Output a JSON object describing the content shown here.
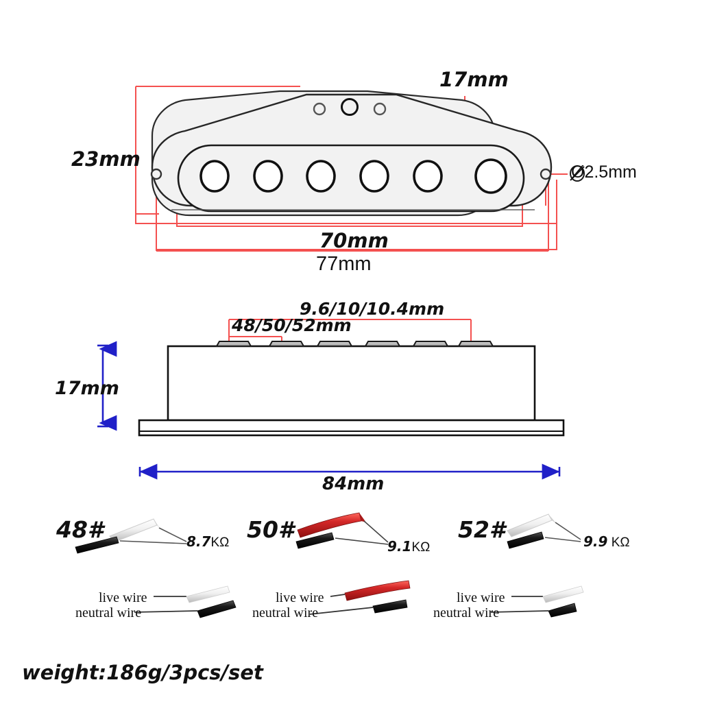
{
  "diagram": {
    "title": "Guitar single-coil pickup dimension diagram",
    "colors": {
      "dimension_red": "#f4504f",
      "dimension_blue": "#2020c8",
      "outline_black": "#1a1a1a",
      "body_fill": "#f2f2f2",
      "wire_red": "#d42828",
      "wire_black": "#111111",
      "wire_white": "#e8e8e8"
    },
    "top_view": {
      "height_label": "23mm",
      "inner_height_label": "17mm",
      "screw_hole_label": "Ø2.5mm",
      "inner_width_label": "70mm",
      "outer_width_label": "77mm",
      "pole_piece_count": 6,
      "small_hole_count": 3,
      "mounting_hole_count": 2
    },
    "side_view": {
      "pole_spacing_label": "9.6/10/10.4mm",
      "string_spacing_label": "48/50/52mm",
      "height_label": "17mm",
      "width_label": "84mm",
      "pole_piece_count": 6
    },
    "variants": [
      {
        "name": "48#",
        "resistance_value": "8.7",
        "resistance_unit": "KΩ",
        "live_wire_color": "white",
        "neutral_wire_color": "black"
      },
      {
        "name": "50#",
        "resistance_value": "9.1",
        "resistance_unit": "KΩ",
        "live_wire_color": "red",
        "neutral_wire_color": "black"
      },
      {
        "name": "52#",
        "resistance_value": "9.9",
        "resistance_unit": "KΩ",
        "live_wire_color": "white",
        "neutral_wire_color": "black"
      }
    ],
    "wire_legend": [
      {
        "live": "live wire",
        "neutral": "neutral wire"
      },
      {
        "live": "live wire",
        "neutral": "neutral wire"
      },
      {
        "live": "live wire",
        "neutral": "neutral wire"
      }
    ],
    "weight_note": "weight:186g/3pcs/set"
  }
}
